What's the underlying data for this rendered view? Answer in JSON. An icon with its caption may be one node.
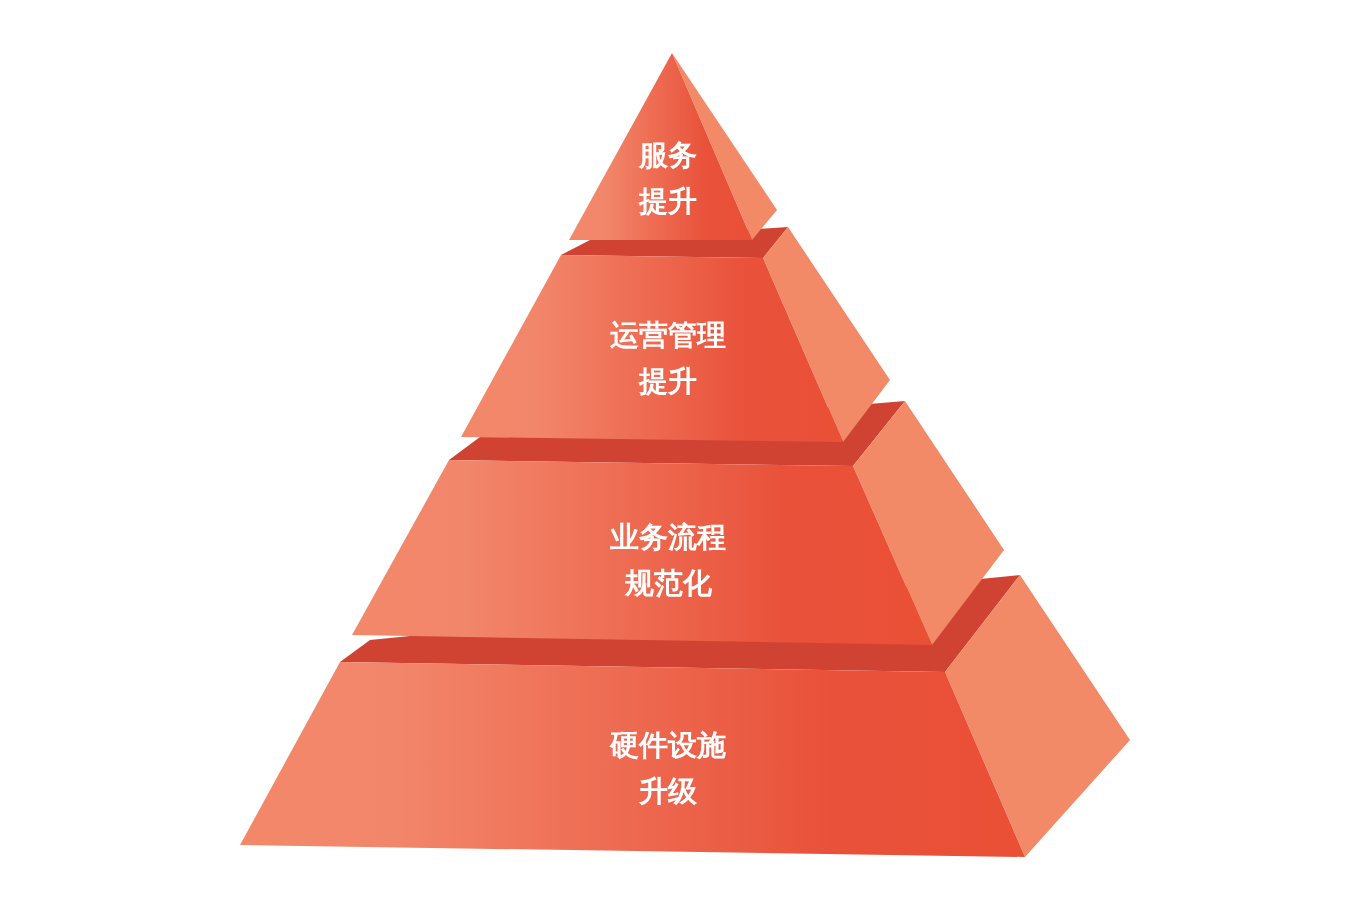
{
  "diagram": {
    "nodes": [
      {
        "text": [
          "服务提升"
        ]
      },
      {
        "text": [
          "运营管理提升"
        ]
      },
      {
        "text": [
          "业务流程规范化"
        ]
      },
      {
        "text": [
          "硬件设施升级"
        ]
      }
    ]
  }
}
